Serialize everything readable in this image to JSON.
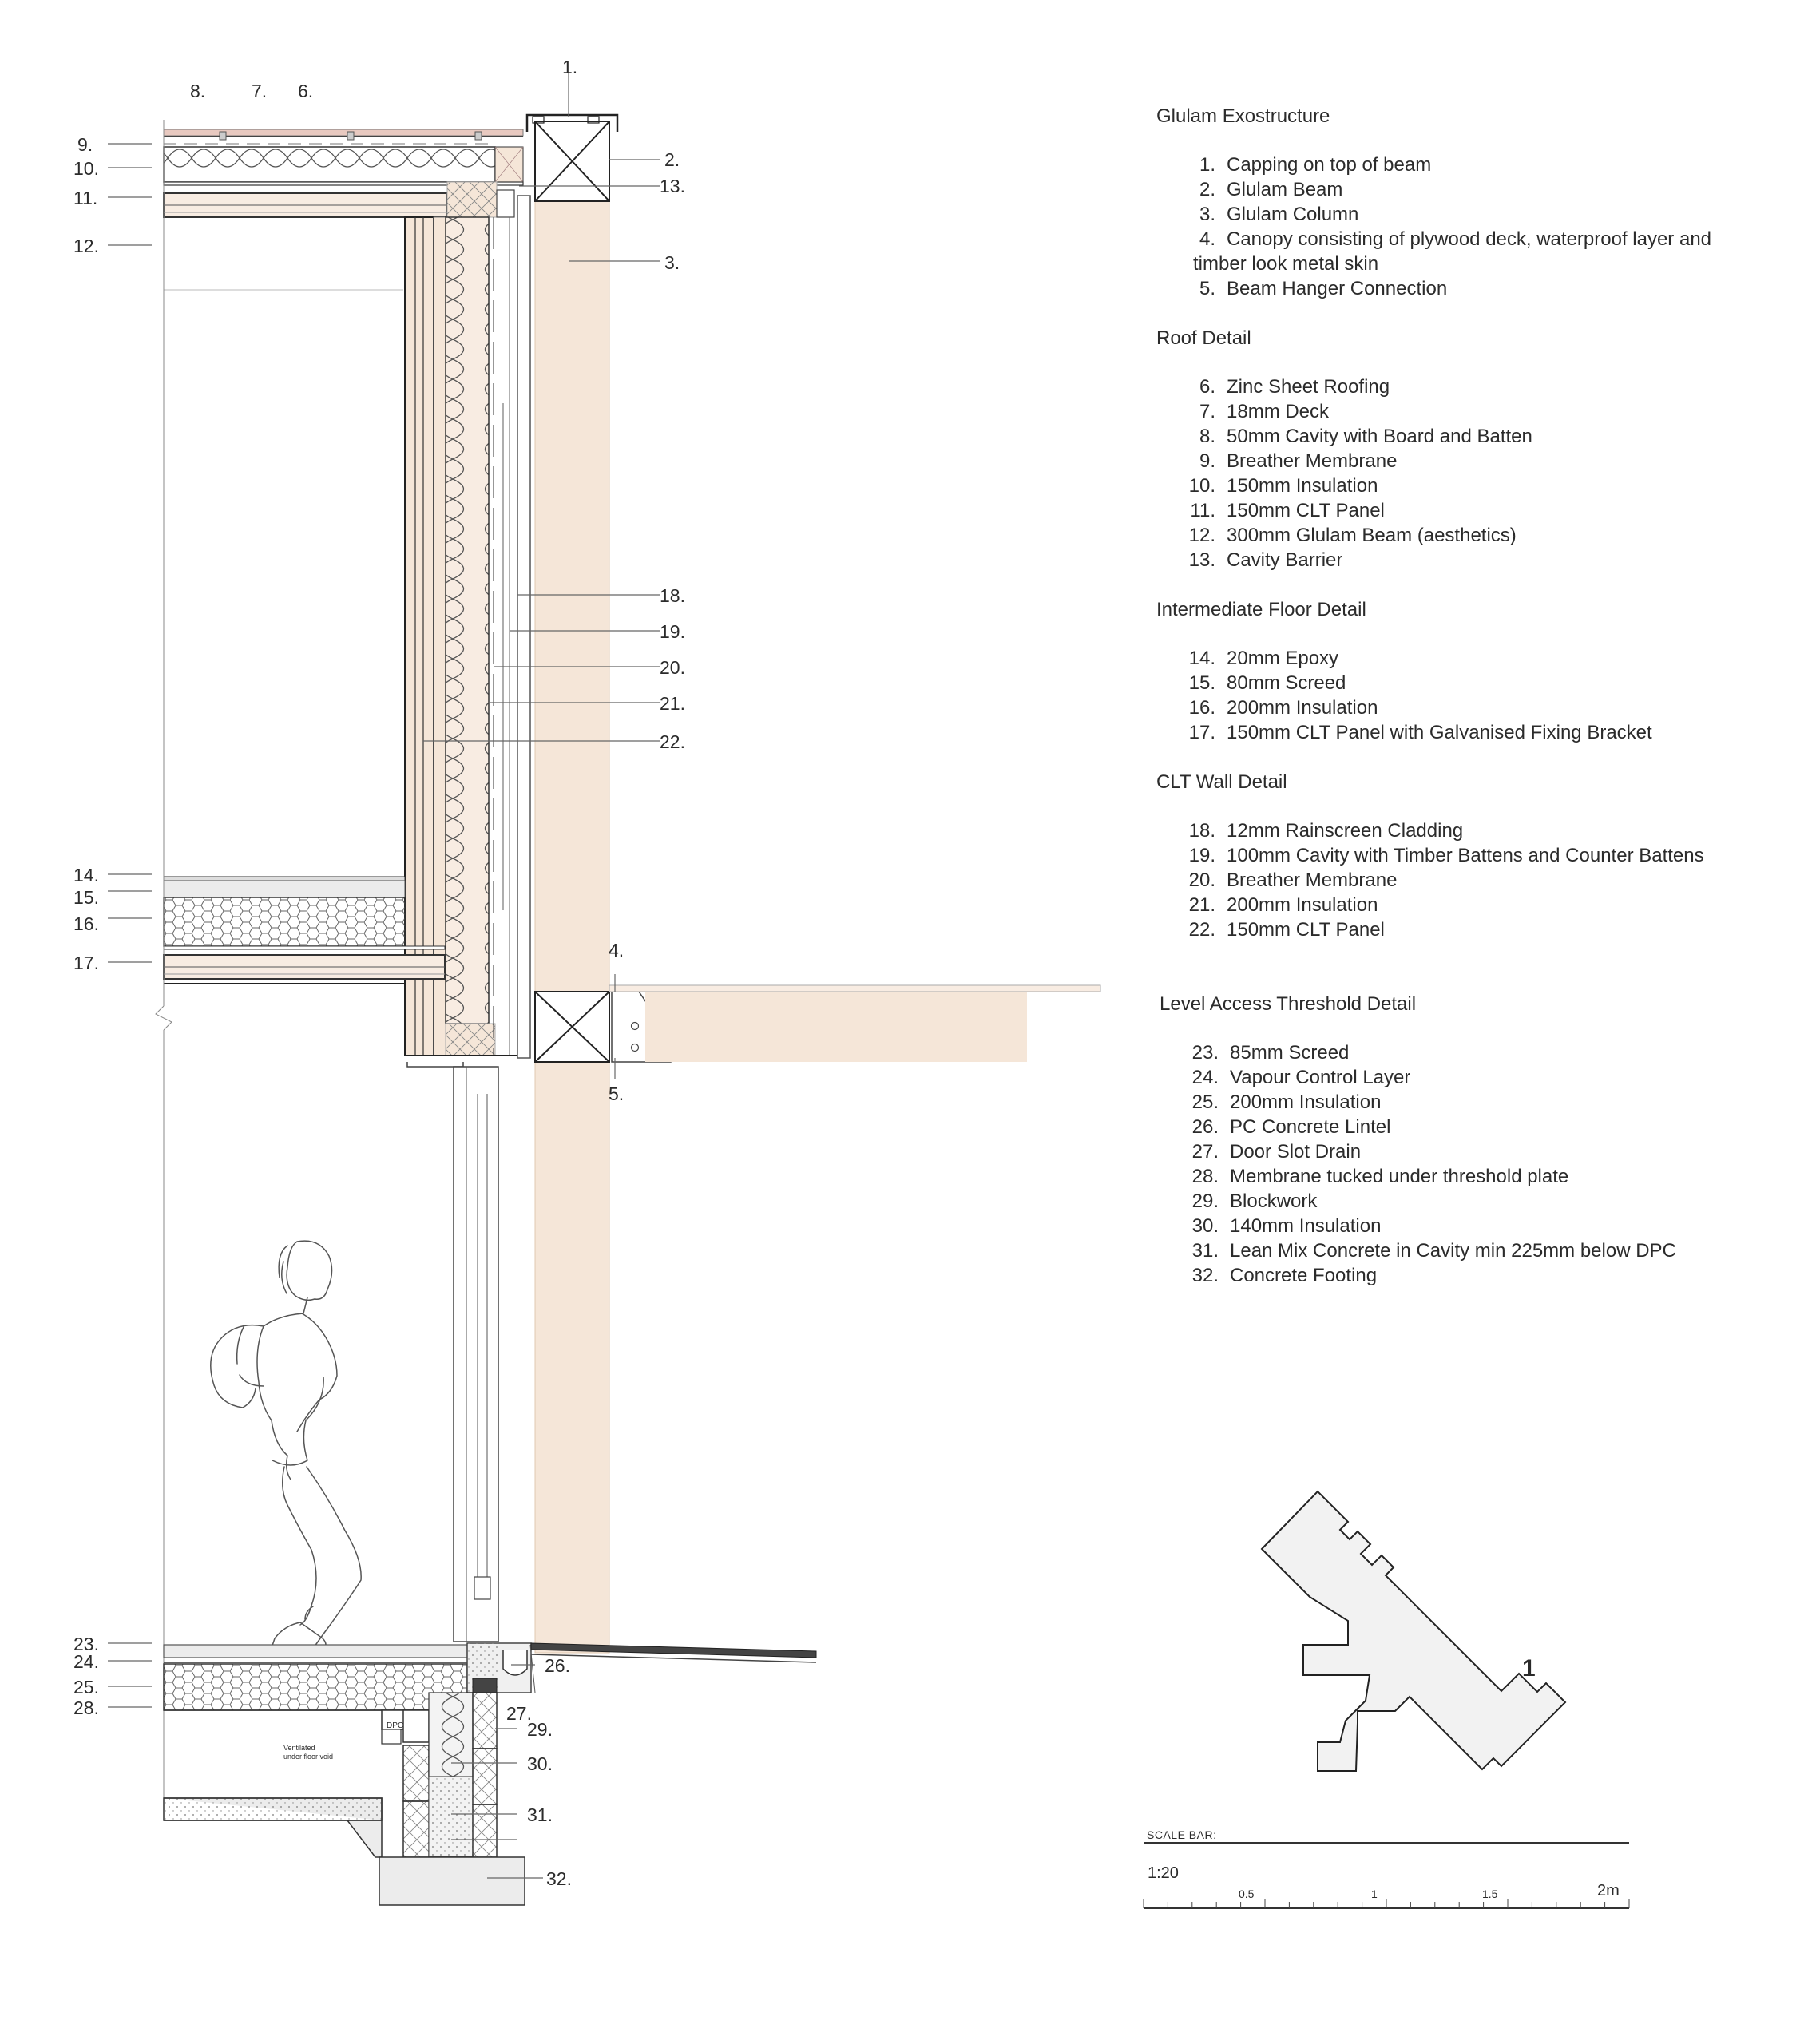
{
  "callouts": {
    "c1": "1.",
    "c2": "2.",
    "c3": "3.",
    "c4": "4.",
    "c5": "5.",
    "c6": "6.",
    "c7": "7.",
    "c8": "8.",
    "c9": "9.",
    "c10": "10.",
    "c11": "11.",
    "c12": "12.",
    "c13": "13.",
    "c14": "14.",
    "c15": "15.",
    "c16": "16.",
    "c17": "17.",
    "c18": "18.",
    "c19": "19.",
    "c20": "20.",
    "c21": "21.",
    "c22": "22.",
    "c23": "23.",
    "c24": "24.",
    "c25": "25.",
    "c26": "26.",
    "c27": "27.",
    "c28": "28.",
    "c29": "29.",
    "c30": "30.",
    "c31": "31.",
    "c32": "32."
  },
  "annotations": {
    "dpc": "DPC",
    "void_line1": "Ventilated",
    "void_line2": "under floor void"
  },
  "legend": [
    {
      "title": "Glulam Exostructure",
      "items": [
        {
          "num": "1.",
          "label": "Capping on top of beam"
        },
        {
          "num": "2.",
          "label": "Glulam Beam"
        },
        {
          "num": "3.",
          "label": "Glulam Column"
        },
        {
          "num": "4.",
          "label": "Canopy consisting of plywood deck, waterproof layer and timber look metal skin"
        },
        {
          "num": "5.",
          "label": "Beam Hanger Connection"
        }
      ]
    },
    {
      "title": "Roof Detail",
      "items": [
        {
          "num": "6.",
          "label": "Zinc Sheet Roofing"
        },
        {
          "num": "7.",
          "label": "18mm Deck"
        },
        {
          "num": "8.",
          "label": "50mm Cavity with Board and Batten"
        },
        {
          "num": "9.",
          "label": "Breather Membrane"
        },
        {
          "num": "10.",
          "label": "150mm Insulation"
        },
        {
          "num": "11.",
          "label": "150mm CLT Panel"
        },
        {
          "num": "12.",
          "label": "300mm Glulam Beam (aesthetics)"
        },
        {
          "num": "13.",
          "label": "Cavity Barrier"
        }
      ]
    },
    {
      "title": "Intermediate Floor Detail",
      "items": [
        {
          "num": "14.",
          "label": "20mm Epoxy"
        },
        {
          "num": "15.",
          "label": "80mm Screed"
        },
        {
          "num": "16.",
          "label": "200mm Insulation"
        },
        {
          "num": "17.",
          "label": "150mm CLT Panel with Galvanised Fixing Bracket"
        }
      ]
    },
    {
      "title": "CLT Wall Detail",
      "items": [
        {
          "num": "18.",
          "label": "12mm Rainscreen Cladding"
        },
        {
          "num": "19.",
          "label": "100mm Cavity with Timber Battens and Counter Battens"
        },
        {
          "num": "20.",
          "label": "Breather Membrane"
        },
        {
          "num": "21.",
          "label": "200mm Insulation"
        },
        {
          "num": "22.",
          "label": "150mm CLT Panel"
        }
      ]
    },
    {
      "title": "Level Access Threshold Detail",
      "items": [
        {
          "num": "23.",
          "label": "85mm Screed"
        },
        {
          "num": "24.",
          "label": "Vapour Control Layer"
        },
        {
          "num": "25.",
          "label": "200mm Insulation"
        },
        {
          "num": "26.",
          "label": "PC Concrete Lintel"
        },
        {
          "num": "27.",
          "label": "Door Slot Drain"
        },
        {
          "num": "28.",
          "label": "Membrane tucked under threshold plate"
        },
        {
          "num": "29.",
          "label": "Blockwork"
        },
        {
          "num": "30.",
          "label": "140mm Insulation"
        },
        {
          "num": "31.",
          "label": "Lean Mix Concrete in Cavity min 225mm below DPC"
        },
        {
          "num": "32.",
          "label": "Concrete Footing"
        }
      ]
    }
  ],
  "key_plan": {
    "marker": "1"
  },
  "scale_bar": {
    "title": "SCALE BAR:",
    "ratio": "1:20",
    "labels": [
      "0.5",
      "1",
      "1.5",
      "2m"
    ]
  },
  "colors": {
    "timber": "#f5e6d8",
    "timber_edge": "#d9b99b",
    "line": "#3a3a3a",
    "concrete": "#ececec",
    "roof_zinc": "#e8c9c0"
  }
}
